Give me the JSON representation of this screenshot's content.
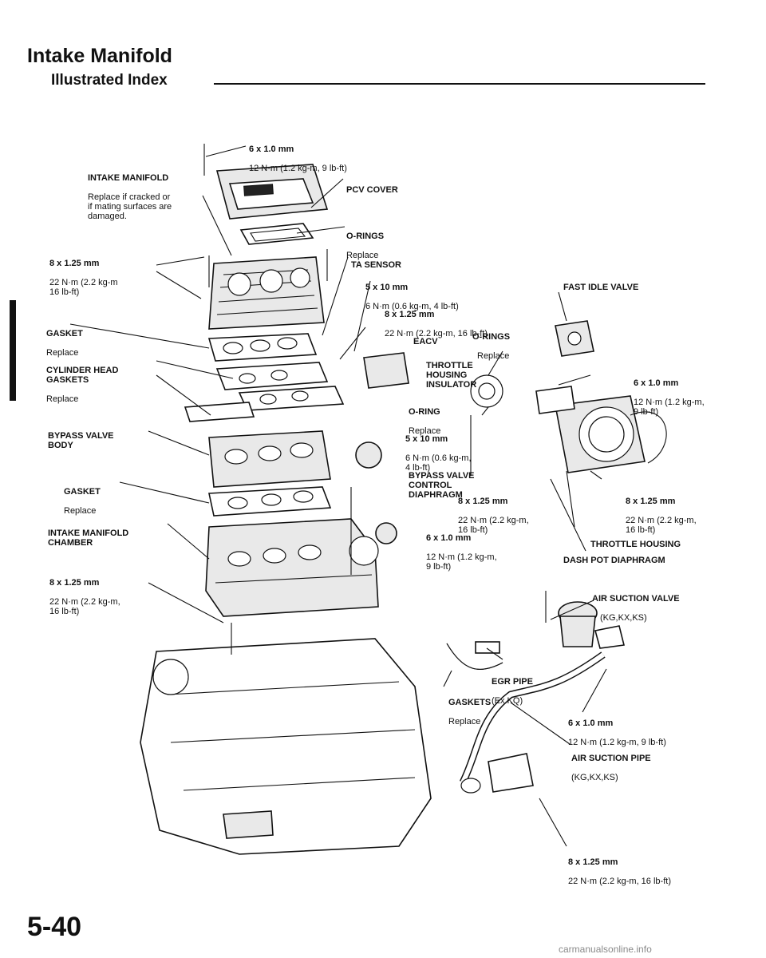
{
  "page": {
    "title": "Intake Manifold",
    "subtitle": "Illustrated Index",
    "page_number": "5-40",
    "watermark": "carmanualsonline.info"
  },
  "labels": {
    "bolt_top": {
      "name": "6 x 1.0 mm",
      "note": "12 N·m (1.2 kg-m, 9 lb-ft)"
    },
    "intake_manifold": {
      "name": "INTAKE MANIFOLD",
      "note": "Replace if cracked or\nif mating surfaces are\ndamaged."
    },
    "pcv_cover": {
      "name": "PCV COVER",
      "note": ""
    },
    "o_rings_top": {
      "name": "O-RINGS",
      "note": "Replace"
    },
    "bolt_left_top": {
      "name": "8 x 1.25 mm",
      "note": "22 N·m (2.2 kg-m\n16 lb-ft)"
    },
    "ta_sensor": {
      "name": "TA SENSOR",
      "note": ""
    },
    "bolt_5x10_a": {
      "name": "5 x 10 mm",
      "note": "6 N·m (0.6 kg-m, 4 lb-ft)"
    },
    "bolt_8x125_mid": {
      "name": "8 x 1.25 mm",
      "note": "22 N·m (2.2 kg-m, 16 lb-ft)"
    },
    "fast_idle": {
      "name": "FAST IDLE VALVE",
      "note": ""
    },
    "eacv": {
      "name": "EACV",
      "note": ""
    },
    "o_rings_eacv": {
      "name": "O-RINGS",
      "note": "Replace"
    },
    "gasket_1": {
      "name": "GASKET",
      "note": "Replace"
    },
    "cyl_head_gaskets": {
      "name": "CYLINDER HEAD\nGASKETS",
      "note": "Replace"
    },
    "throttle_insulator": {
      "name": "THROTTLE\nHOUSING\nINSULATOR",
      "note": ""
    },
    "bolt_6x1_right": {
      "name": "6 x 1.0 mm",
      "note": "12 N·m (1.2 kg-m,\n9 lb-ft)"
    },
    "o_ring_mid": {
      "name": "O-RING",
      "note": "Replace"
    },
    "bypass_body": {
      "name": "BYPASS VALVE\nBODY",
      "note": ""
    },
    "bolt_5x10_b": {
      "name": "5 x 10 mm",
      "note": "6 N·m (0.6 kg-m,\n4 lb-ft)"
    },
    "bypass_diaphragm": {
      "name": "BYPASS VALVE\nCONTROL\nDIAPHRAGM",
      "note": ""
    },
    "gasket_2": {
      "name": "GASKET",
      "note": "Replace"
    },
    "bolt_8x125_center": {
      "name": "8 x 1.25 mm",
      "note": "22 N·m (2.2 kg-m,\n16 lb-ft)"
    },
    "bolt_8x125_right": {
      "name": "8 x 1.25 mm",
      "note": "22 N·m (2.2 kg-m,\n16 lb-ft)"
    },
    "chamber": {
      "name": "INTAKE MANIFOLD\nCHAMBER",
      "note": ""
    },
    "bolt_6x1_center": {
      "name": "6 x 1.0 mm",
      "note": "12 N·m (1.2 kg-m,\n9 lb-ft)"
    },
    "throttle_housing": {
      "name": "THROTTLE HOUSING",
      "note": ""
    },
    "dash_pot": {
      "name": "DASH POT DIAPHRAGM",
      "note": ""
    },
    "bolt_left_bottom": {
      "name": "8 x 1.25 mm",
      "note": "22 N·m (2.2 kg-m,\n16 lb-ft)"
    },
    "air_suction_valve": {
      "name": "AIR SUCTION VALVE",
      "note": "(KG,KX,KS)"
    },
    "egr_pipe": {
      "name": "EGR PIPE",
      "note": "(Ex.KQ)"
    },
    "gaskets_bottom": {
      "name": "GASKETS",
      "note": "Replace"
    },
    "bolt_6x1_bottom": {
      "name": "6 x 1.0 mm",
      "note": "12 N·m (1.2 kg-m, 9 lb-ft)"
    },
    "air_suction_pipe": {
      "name": "AIR SUCTION PIPE",
      "note": "(KG,KX,KS)"
    },
    "bolt_8x125_bottom": {
      "name": "8 x 1.25 mm",
      "note": "22 N·m (2.2 kg-m, 16 lb-ft)"
    }
  }
}
